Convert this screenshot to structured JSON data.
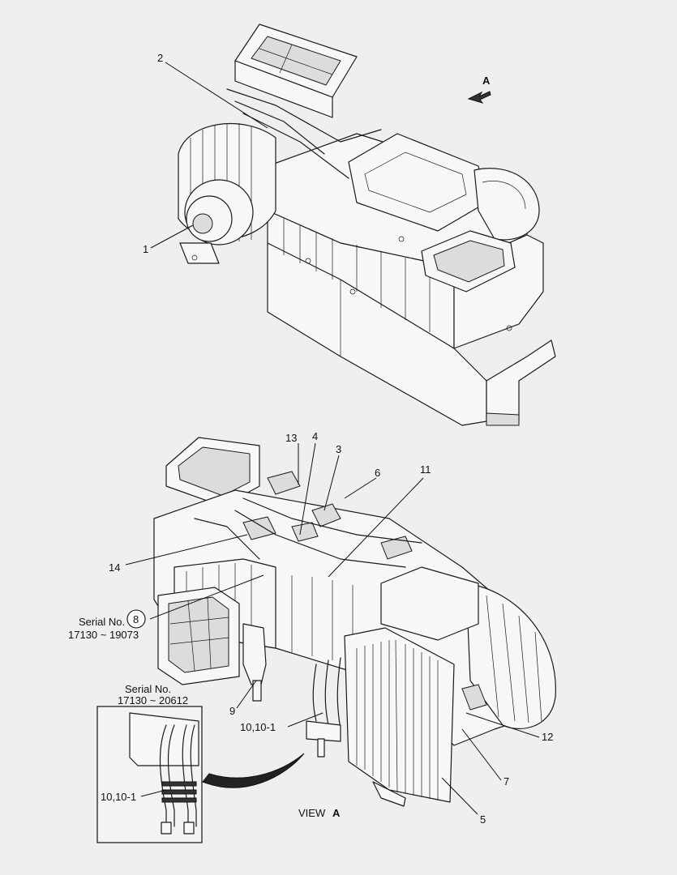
{
  "callouts": {
    "c1": "1",
    "c2": "2",
    "c3": "3",
    "c4": "4",
    "c5": "5",
    "c6": "6",
    "c7": "7",
    "c8": "8",
    "c9": "9",
    "c10": "10,10-1",
    "c10_inset": "10,10-1",
    "c11": "11",
    "c12": "12",
    "c13": "13",
    "c14": "14"
  },
  "view_arrow": {
    "letter": "A"
  },
  "serial_notes": {
    "main": {
      "label": "Serial No.",
      "range": "17130 ~ 19073"
    },
    "inset": {
      "label": "Serial No.",
      "range": "17130 ~ 20612"
    }
  },
  "view_caption": {
    "prefix": "VIEW",
    "letter": "A"
  }
}
